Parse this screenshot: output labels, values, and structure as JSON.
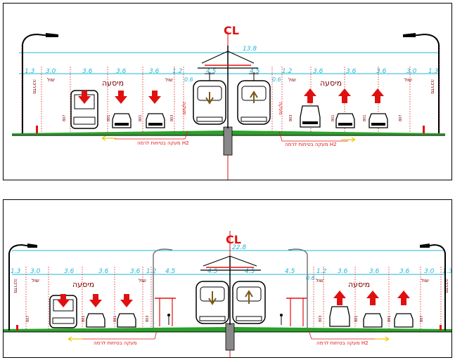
{
  "panels": [
    {
      "centerline": "CL",
      "top_width": "13.8",
      "widths": [
        "1.3",
        "3.0",
        "3.6",
        "3.6",
        "3.6",
        "1.2",
        "0.6",
        "4.5",
        "4.5",
        "0.6",
        "1.2",
        "3.6",
        "3.6",
        "3.6",
        "3.0",
        "1.3"
      ],
      "lane_label": "מיסעה",
      "shoulder": "שול",
      "sidewalk": "מדרכה",
      "barrier": "מעקה",
      "barrier_note_left": "מעקה בטיחות לרמה H2",
      "barrier_note_right": "מעקה בטיחות לרמה H2",
      "lane_codes": [
        "807",
        "801",
        "801",
        "803",
        "803",
        "801",
        "801",
        "807"
      ]
    },
    {
      "centerline": "CL",
      "top_width": "22.8",
      "widths": [
        "1.3",
        "3.0",
        "3.6",
        "3.6",
        "3.6",
        "1.2",
        "4.5",
        "4.5",
        "4.5",
        "4.5",
        "0.6",
        "1.2",
        "3.6",
        "3.6",
        "3.6",
        "3.0",
        "1.3"
      ],
      "lane_label": "מיסעה",
      "shoulder": "שול",
      "sidewalk": "מדרכה",
      "barrier_note_left": "מעקה בטיחות לרמה",
      "barrier_note_right": "מעקה בטיחות לרמה H2",
      "lane_codes": [
        "807",
        "801",
        "801",
        "803",
        "803",
        "801",
        "801",
        "807"
      ]
    }
  ],
  "colors": {
    "dimension": "#1fb8d6",
    "arrow": "#e01010",
    "ground": "#2aa02a",
    "axis": "#e01010"
  }
}
